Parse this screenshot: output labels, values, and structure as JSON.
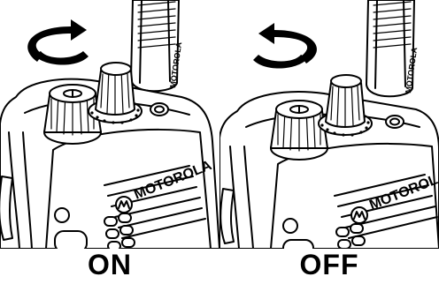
{
  "panels": [
    {
      "id": "on",
      "caption": "ON",
      "rotation": "clockwise"
    },
    {
      "id": "off",
      "caption": "OFF",
      "rotation": "counterclockwise"
    }
  ],
  "brand": "MOTOROLA"
}
